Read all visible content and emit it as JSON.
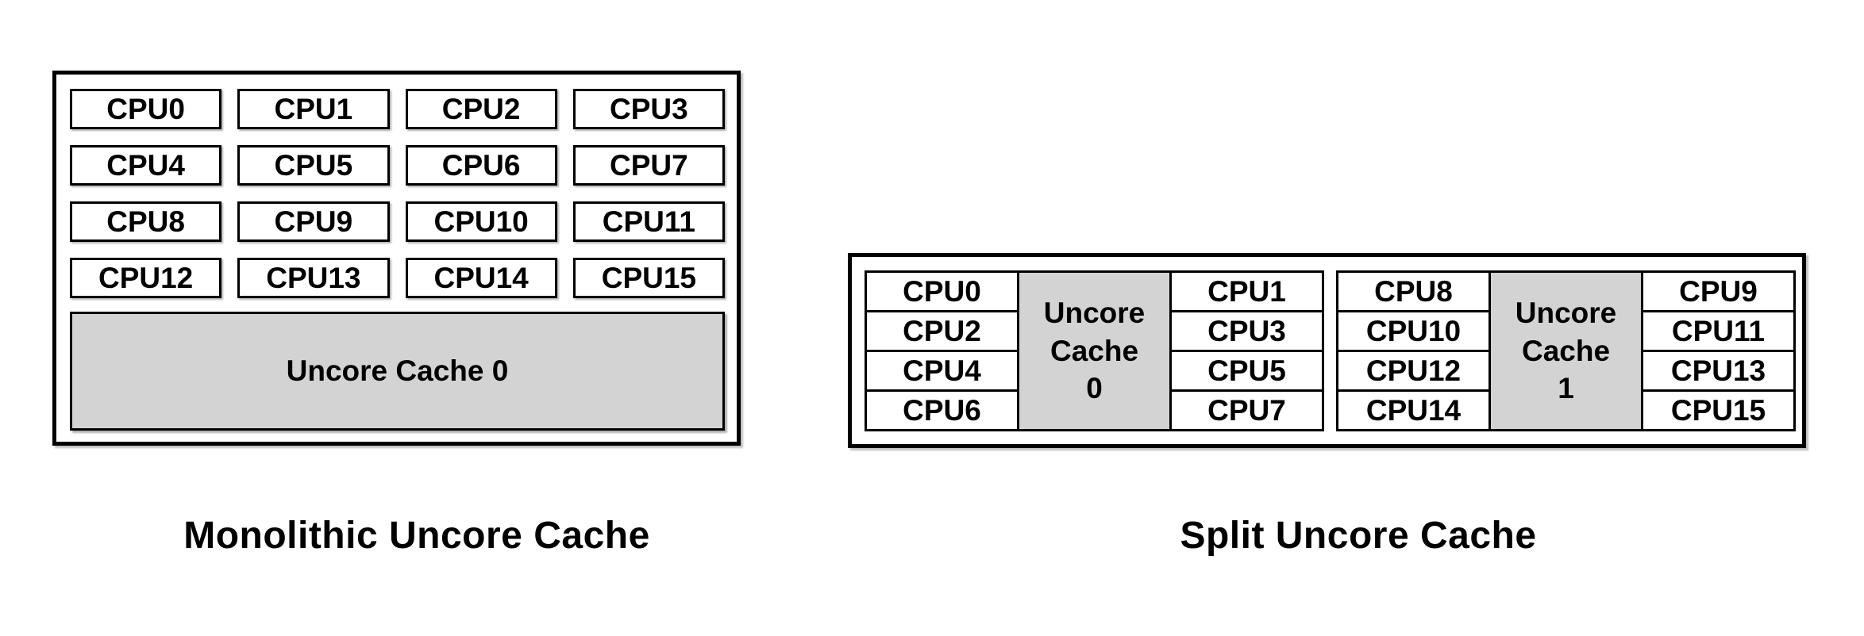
{
  "monolithic": {
    "caption": "Monolithic Uncore Cache",
    "cpu_grid": [
      [
        "CPU0",
        "CPU1",
        "CPU2",
        "CPU3"
      ],
      [
        "CPU4",
        "CPU5",
        "CPU6",
        "CPU7"
      ],
      [
        "CPU8",
        "CPU9",
        "CPU10",
        "CPU11"
      ],
      [
        "CPU12",
        "CPU13",
        "CPU14",
        "CPU15"
      ]
    ],
    "uncore_label": "Uncore Cache 0"
  },
  "split": {
    "caption": "Split Uncore Cache",
    "clusters": [
      {
        "left_cpus": [
          "CPU0",
          "CPU2",
          "CPU4",
          "CPU6"
        ],
        "uncore_lines": [
          "Uncore",
          "Cache",
          "0"
        ],
        "right_cpus": [
          "CPU1",
          "CPU3",
          "CPU5",
          "CPU7"
        ]
      },
      {
        "left_cpus": [
          "CPU8",
          "CPU10",
          "CPU12",
          "CPU14"
        ],
        "uncore_lines": [
          "Uncore",
          "Cache",
          "1"
        ],
        "right_cpus": [
          "CPU9",
          "CPU11",
          "CPU13",
          "CPU15"
        ]
      }
    ]
  },
  "colors": {
    "background": "#ffffff",
    "border": "#000000",
    "cache_fill": "#d3d3d3"
  }
}
